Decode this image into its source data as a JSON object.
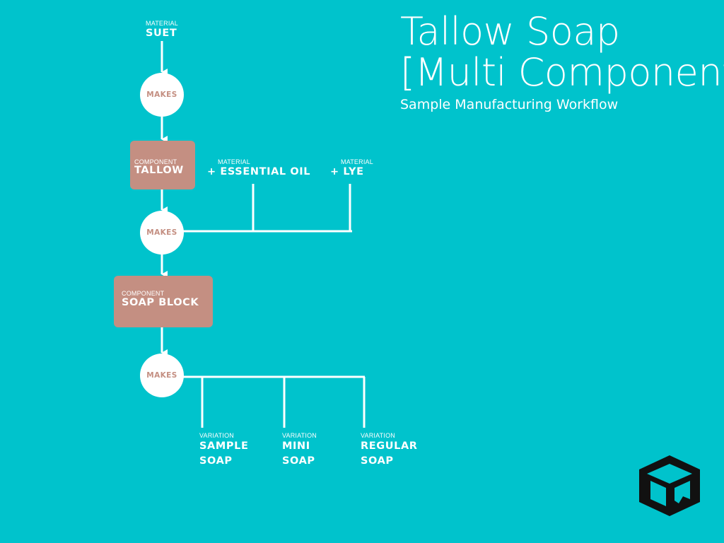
{
  "title": {
    "line1": "Tallow Soap",
    "line2": "[Multi Component]",
    "subtitle": "Sample Manufacturing Workflow"
  },
  "nodes": {
    "suet": {
      "type": "MATERIAL",
      "name": "SUET"
    },
    "makes1": {
      "label": "MAKES"
    },
    "tallow": {
      "type": "COMPONENT",
      "name": "TALLOW"
    },
    "essential_oil": {
      "type": "MATERIAL",
      "name": "+ ESSENTIAL OIL"
    },
    "lye": {
      "type": "MATERIAL",
      "name": "+ LYE"
    },
    "makes2": {
      "label": "MAKES"
    },
    "soap_block": {
      "type": "COMPONENT",
      "name": "SOAP BLOCK"
    },
    "makes3": {
      "label": "MAKES"
    },
    "variations": [
      {
        "type": "VARIATION",
        "line1": "SAMPLE",
        "line2": "SOAP"
      },
      {
        "type": "VARIATION",
        "line1": "MINI",
        "line2": "SOAP"
      },
      {
        "type": "VARIATION",
        "line1": "REGULAR",
        "line2": "SOAP"
      }
    ]
  },
  "colors": {
    "background": "#00c3cc",
    "component": "#c48f82",
    "circle": "#ffffff",
    "logo": "#111111"
  },
  "logo": {
    "icon": "box-logo-icon"
  }
}
